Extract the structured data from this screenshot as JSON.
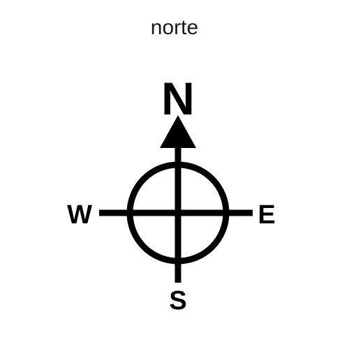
{
  "caption": "norte",
  "compass": {
    "north": "N",
    "south": "S",
    "east": "E",
    "west": "W",
    "stroke_color": "#000000"
  }
}
